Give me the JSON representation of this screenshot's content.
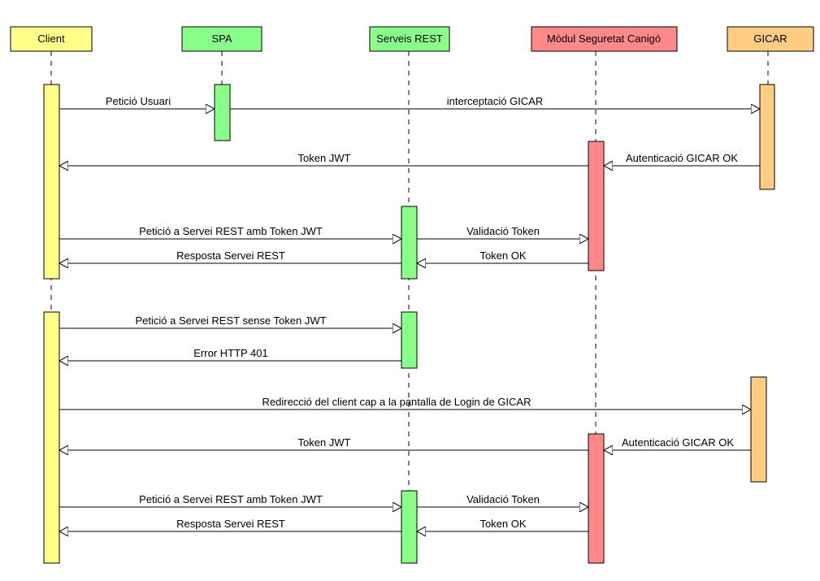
{
  "participants": [
    {
      "id": "client",
      "label": "Client",
      "color": "#ffff88"
    },
    {
      "id": "spa",
      "label": "SPA",
      "color": "#88ff88"
    },
    {
      "id": "rest",
      "label": "Serveis REST",
      "color": "#88ff88"
    },
    {
      "id": "canigo",
      "label": "Mòdul Seguretat Canigó",
      "color": "#ff8888"
    },
    {
      "id": "gicar",
      "label": "GICAR",
      "color": "#ffcc80"
    }
  ],
  "messages": [
    {
      "from": "client",
      "to": "spa",
      "label": "Petició Usuari",
      "kind": "sync"
    },
    {
      "from": "spa",
      "to": "gicar",
      "label": "interceptació GICAR",
      "kind": "sync"
    },
    {
      "from": "gicar",
      "to": "canigo",
      "label": "Autenticació GICAR OK",
      "kind": "sync"
    },
    {
      "from": "canigo",
      "to": "client",
      "label": "Token JWT",
      "kind": "sync"
    },
    {
      "from": "client",
      "to": "rest",
      "label": "Petició a Servei REST amb Token JWT",
      "kind": "sync"
    },
    {
      "from": "rest",
      "to": "canigo",
      "label": "Validació Token",
      "kind": "sync"
    },
    {
      "from": "canigo",
      "to": "rest",
      "label": "Token OK",
      "kind": "sync"
    },
    {
      "from": "rest",
      "to": "client",
      "label": "Resposta Servei REST",
      "kind": "sync"
    },
    {
      "from": "client",
      "to": "rest",
      "label": "Petició a Servei REST sense Token JWT",
      "kind": "sync"
    },
    {
      "from": "rest",
      "to": "client",
      "label": "Error HTTP 401",
      "kind": "sync"
    },
    {
      "from": "client",
      "to": "gicar",
      "label": "Redirecció del client cap a la pantalla de Login de GICAR",
      "kind": "sync"
    },
    {
      "from": "gicar",
      "to": "canigo",
      "label": "Autenticació GICAR OK",
      "kind": "sync"
    },
    {
      "from": "canigo",
      "to": "client",
      "label": "Token JWT",
      "kind": "sync"
    },
    {
      "from": "client",
      "to": "rest",
      "label": "Petició a Servei REST amb Token JWT",
      "kind": "sync"
    },
    {
      "from": "rest",
      "to": "canigo",
      "label": "Validació Token",
      "kind": "sync"
    },
    {
      "from": "canigo",
      "to": "rest",
      "label": "Token OK",
      "kind": "sync"
    },
    {
      "from": "rest",
      "to": "client",
      "label": "Resposta Servei REST",
      "kind": "sync"
    }
  ],
  "activations": [
    {
      "participant": "client"
    },
    {
      "participant": "spa"
    },
    {
      "participant": "gicar"
    },
    {
      "participant": "canigo"
    },
    {
      "participant": "rest"
    },
    {
      "participant": "client"
    },
    {
      "participant": "rest"
    },
    {
      "participant": "gicar"
    },
    {
      "participant": "canigo"
    },
    {
      "participant": "rest"
    }
  ]
}
